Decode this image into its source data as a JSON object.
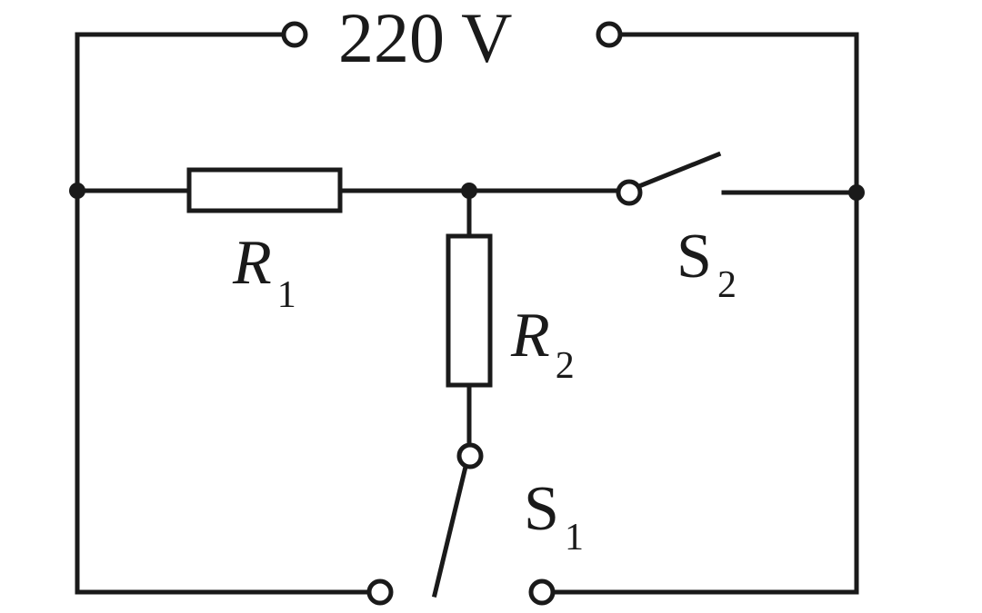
{
  "source": {
    "label": "220 V"
  },
  "components": {
    "r1": {
      "symbol": "R",
      "subscript": "1"
    },
    "r2": {
      "symbol": "R",
      "subscript": "2"
    },
    "s1": {
      "symbol": "S",
      "subscript": "1"
    },
    "s2": {
      "symbol": "S",
      "subscript": "2"
    }
  }
}
